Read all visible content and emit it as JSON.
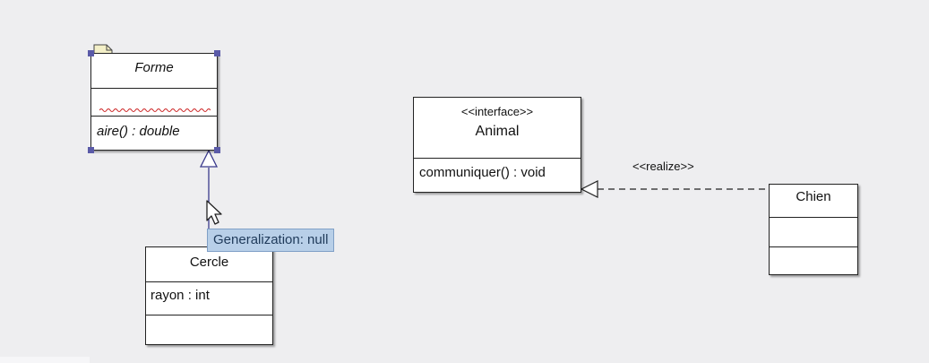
{
  "colors": {
    "canvas": "#eeeef0",
    "class_fill": "#ffffff",
    "class_border": "#222222",
    "selection_handle": "#5a5aa8",
    "generalization_line": "#3a3a8c",
    "tooltip_fill": "#b8cfe8",
    "error_underline": "#cc2222"
  },
  "classes": {
    "forme": {
      "name": "Forme",
      "abstract": true,
      "operations": [
        "aire() : double"
      ],
      "selected": true,
      "name_error_marker": true
    },
    "cercle": {
      "name": "Cercle",
      "attributes": [
        "rayon : int"
      ]
    },
    "animal": {
      "stereotype": "<<interface>>",
      "name": "Animal",
      "operations": [
        "communiquer() : void"
      ]
    },
    "chien": {
      "name": "Chien"
    }
  },
  "relationships": {
    "generalization": {
      "from": "Cercle",
      "to": "Forme",
      "tooltip": "Generalization: null"
    },
    "realization": {
      "from": "Chien",
      "to": "Animal",
      "label": "<<realize>>"
    }
  },
  "icons": [
    "note-icon",
    "mouse-pointer-icon"
  ]
}
